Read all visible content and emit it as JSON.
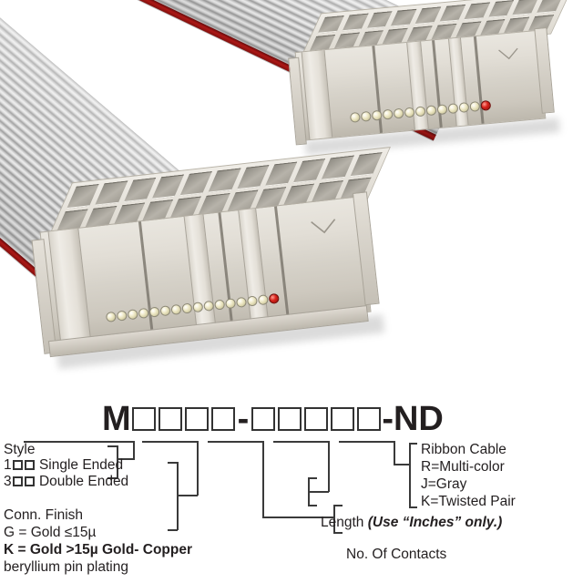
{
  "product": {
    "type": "idc-ribbon-cable-assembly",
    "cable_color": "#b9b9b9",
    "stripe_color": "#b4161300",
    "connector_color": "#ddd9d0",
    "contact_color": "#ece7c6",
    "pin1_color": "#d8231b"
  },
  "part_number": {
    "prefix": "M",
    "style_boxes": 4,
    "separator": "-",
    "option_boxes": 5,
    "suffix": "-ND"
  },
  "legend": {
    "style": {
      "title": "Style",
      "options": [
        {
          "digit": "1",
          "label": "Single Ended"
        },
        {
          "digit": "3",
          "label": "Double Ended"
        }
      ]
    },
    "finish": {
      "title": "Conn. Finish",
      "line_g": "G = Gold ≤15µ",
      "line_k_bold": "K = Gold >15µ Gold- Copper",
      "line_k_cont": "beryllium pin plating"
    },
    "cable": {
      "title": "Ribbon Cable",
      "options": [
        "R=Multi-color",
        "J=Gray",
        "K=Twisted Pair"
      ]
    },
    "length": {
      "label": "Length",
      "note": "(Use “Inches” only.)"
    },
    "contacts": {
      "label": "No. Of Contacts"
    }
  }
}
